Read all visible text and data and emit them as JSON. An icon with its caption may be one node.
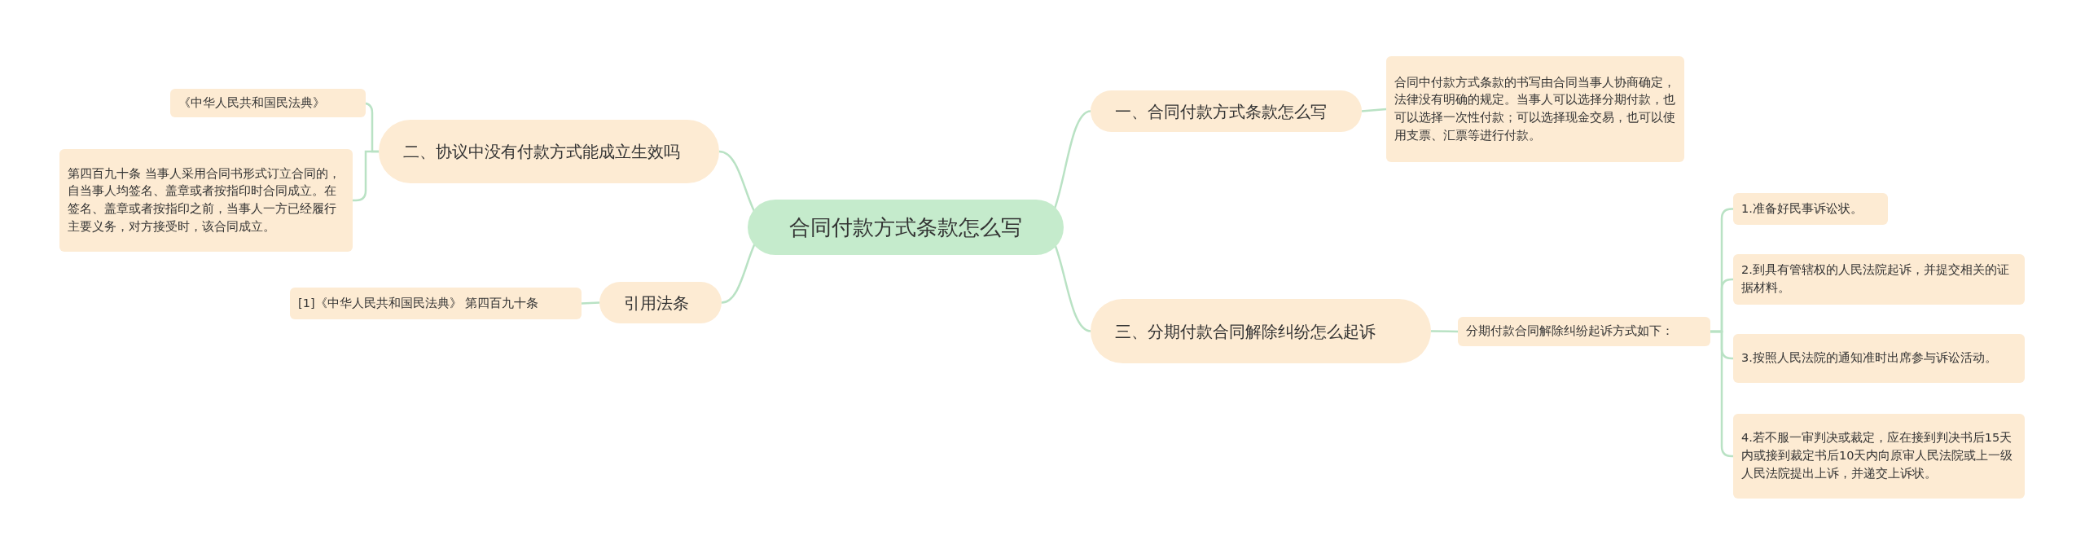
{
  "diagram": {
    "nodes": [
      {
        "text": [
          "合同付款方式条款怎么写"
        ]
      },
      {
        "text": [
          "一、合同付款方式条款怎么写"
        ]
      },
      {
        "text": [
          "合同中付款方式条款的书写由合同当事人协商确定，法律没有明确的规定。当事人可以选择分期付款，也可以选择一次性付款；可以选择现金交易，也可以使用支票、汇票等进行付款。"
        ]
      },
      {
        "text": [
          "二、协议中没有付款方式能成立生效吗"
        ]
      },
      {
        "text": [
          "《中华人民共和国民法典》"
        ]
      },
      {
        "text": [
          "第四百九十条 当事人采用合同书形式订立合同的，自当事人均签名、盖章或者按指印时合同成立。在签名、盖章或者按指印之前，当事人一方已经履行主要义务，对方接受时，该合同成立。"
        ]
      },
      {
        "text": [
          "引用法条"
        ]
      },
      {
        "text": [
          "[1]《中华人民共和国民法典》 第四百九十条"
        ]
      },
      {
        "text": [
          "三、分期付款合同解除纠纷怎么起诉"
        ]
      },
      {
        "text": [
          "分期付款合同解除纠纷起诉方式如下："
        ]
      },
      {
        "text": [
          "1.准备好民事诉讼状。"
        ]
      },
      {
        "text": [
          "2.到具有管辖权的人民法院起诉，并提交相关的证据材料。"
        ]
      },
      {
        "text": [
          "3.按照人民法院的通知准时出席参与诉讼活动。"
        ]
      },
      {
        "text": [
          "4.若不服一审判决或裁定，应在接到判决书后15天内或接到裁定书后10天内向原审人民法院或上一级人民法院提出上诉，并递交上诉状。"
        ]
      }
    ],
    "edges": [
      {
        "from": 0,
        "to": 1,
        "arrow": "none"
      },
      {
        "from": 1,
        "to": 2,
        "arrow": "none"
      },
      {
        "from": 0,
        "to": 3,
        "arrow": "none"
      },
      {
        "from": 3,
        "to": 4,
        "arrow": "none"
      },
      {
        "from": 3,
        "to": 5,
        "arrow": "none"
      },
      {
        "from": 0,
        "to": 6,
        "arrow": "none"
      },
      {
        "from": 6,
        "to": 7,
        "arrow": "none"
      },
      {
        "from": 0,
        "to": 8,
        "arrow": "none"
      },
      {
        "from": 8,
        "to": 9,
        "arrow": "none"
      },
      {
        "from": 9,
        "to": 10,
        "arrow": "none"
      },
      {
        "from": 9,
        "to": 11,
        "arrow": "none"
      },
      {
        "from": 9,
        "to": 12,
        "arrow": "none"
      },
      {
        "from": 9,
        "to": 13,
        "arrow": "none"
      }
    ]
  }
}
